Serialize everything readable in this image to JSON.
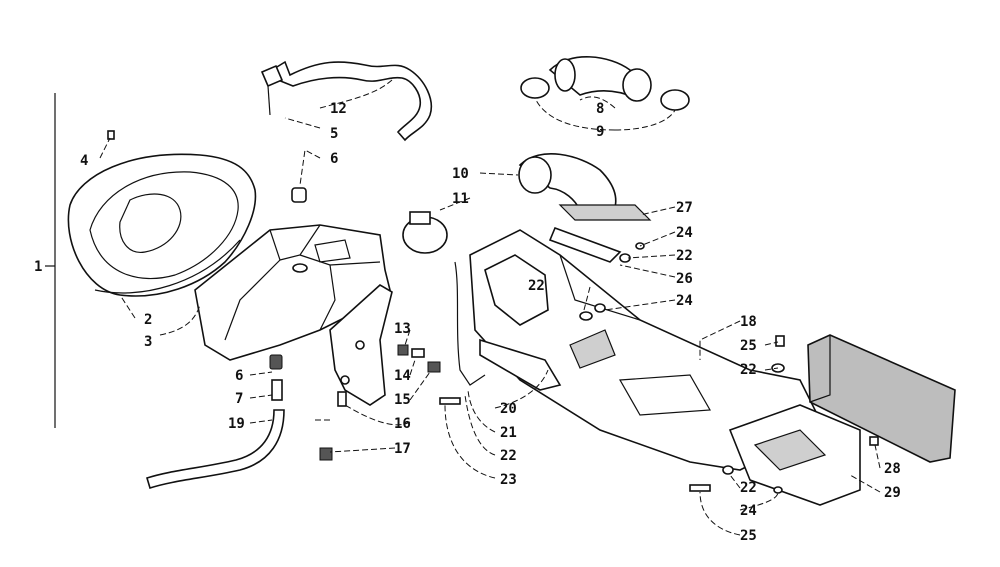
{
  "callouts": [
    {
      "text": "1"
    },
    {
      "text": "2"
    },
    {
      "text": "3"
    },
    {
      "text": "4"
    },
    {
      "text": "5"
    },
    {
      "text": "6"
    },
    {
      "text": "6"
    },
    {
      "text": "7"
    },
    {
      "text": "8"
    },
    {
      "text": "9"
    },
    {
      "text": "10"
    },
    {
      "text": "11"
    },
    {
      "text": "12"
    },
    {
      "text": "13"
    },
    {
      "text": "14"
    },
    {
      "text": "15"
    },
    {
      "text": "16"
    },
    {
      "text": "17"
    },
    {
      "text": "18"
    },
    {
      "text": "19"
    },
    {
      "text": "20"
    },
    {
      "text": "21"
    },
    {
      "text": "22"
    },
    {
      "text": "22"
    },
    {
      "text": "22"
    },
    {
      "text": "22"
    },
    {
      "text": "22"
    },
    {
      "text": "23"
    },
    {
      "text": "24"
    },
    {
      "text": "24"
    },
    {
      "text": "24"
    },
    {
      "text": "25"
    },
    {
      "text": "25"
    },
    {
      "text": "26"
    },
    {
      "text": "27"
    },
    {
      "text": "28"
    },
    {
      "text": "29"
    }
  ]
}
